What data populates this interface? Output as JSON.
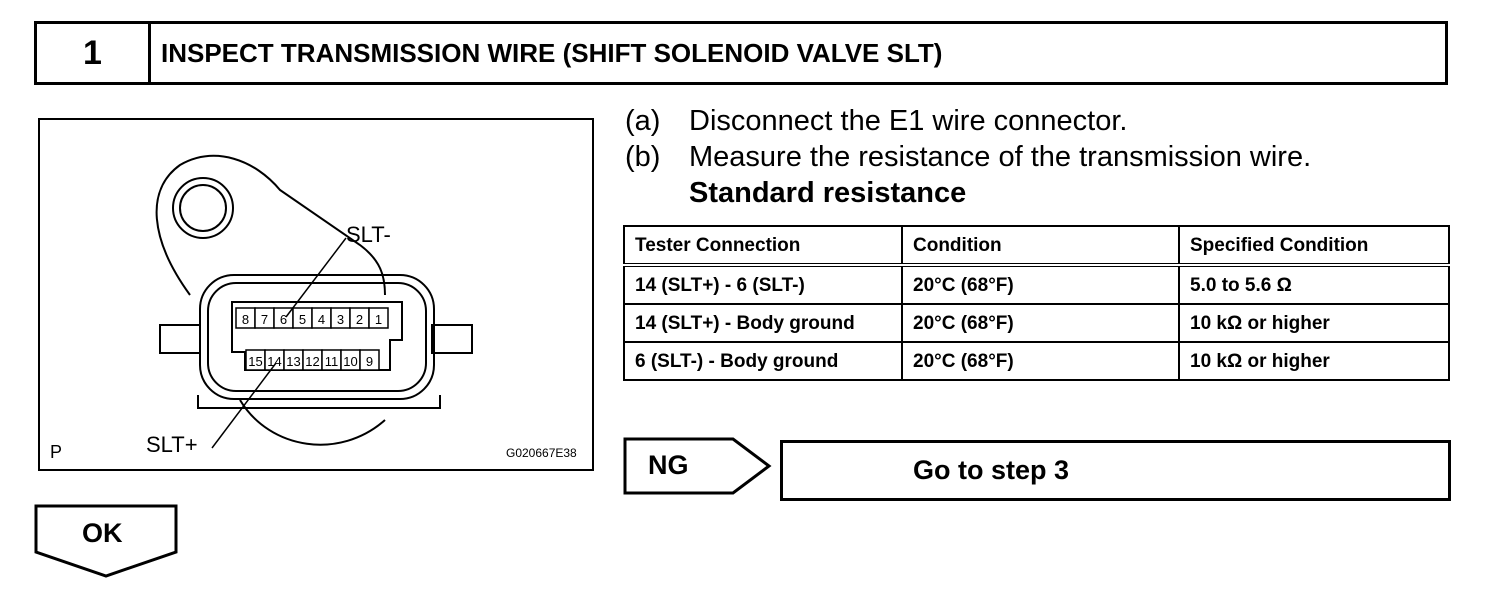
{
  "header": {
    "step_number": "1",
    "title": "INSPECT TRANSMISSION WIRE (SHIFT SOLENOID VALVE SLT)"
  },
  "figure": {
    "label_slt_minus": "SLT-",
    "label_slt_plus": "SLT+",
    "corner_label": "P",
    "code": "G020667E38",
    "top_row_pins": [
      "8",
      "7",
      "6",
      "5",
      "4",
      "3",
      "2",
      "1"
    ],
    "bottom_row_pins": [
      "15",
      "14",
      "13",
      "12",
      "11",
      "10",
      "9"
    ]
  },
  "instructions": {
    "a_letter": "(a)",
    "a_text": "Disconnect the E1 wire connector.",
    "b_letter": "(b)",
    "b_text": "Measure the resistance of the transmission wire.",
    "standard_label": "Standard resistance"
  },
  "table": {
    "headers": [
      "Tester Connection",
      "Condition",
      "Specified Condition"
    ],
    "rows": [
      [
        "14 (SLT+) - 6 (SLT-)",
        "20°C (68°F)",
        "5.0 to 5.6 Ω"
      ],
      [
        "14 (SLT+) - Body ground",
        "20°C (68°F)",
        "10 kΩ or higher"
      ],
      [
        "6 (SLT-) - Body ground",
        "20°C (68°F)",
        "10 kΩ or higher"
      ]
    ]
  },
  "ng": {
    "label": "NG",
    "action": "Go to step 3"
  },
  "ok": {
    "label": "OK"
  }
}
